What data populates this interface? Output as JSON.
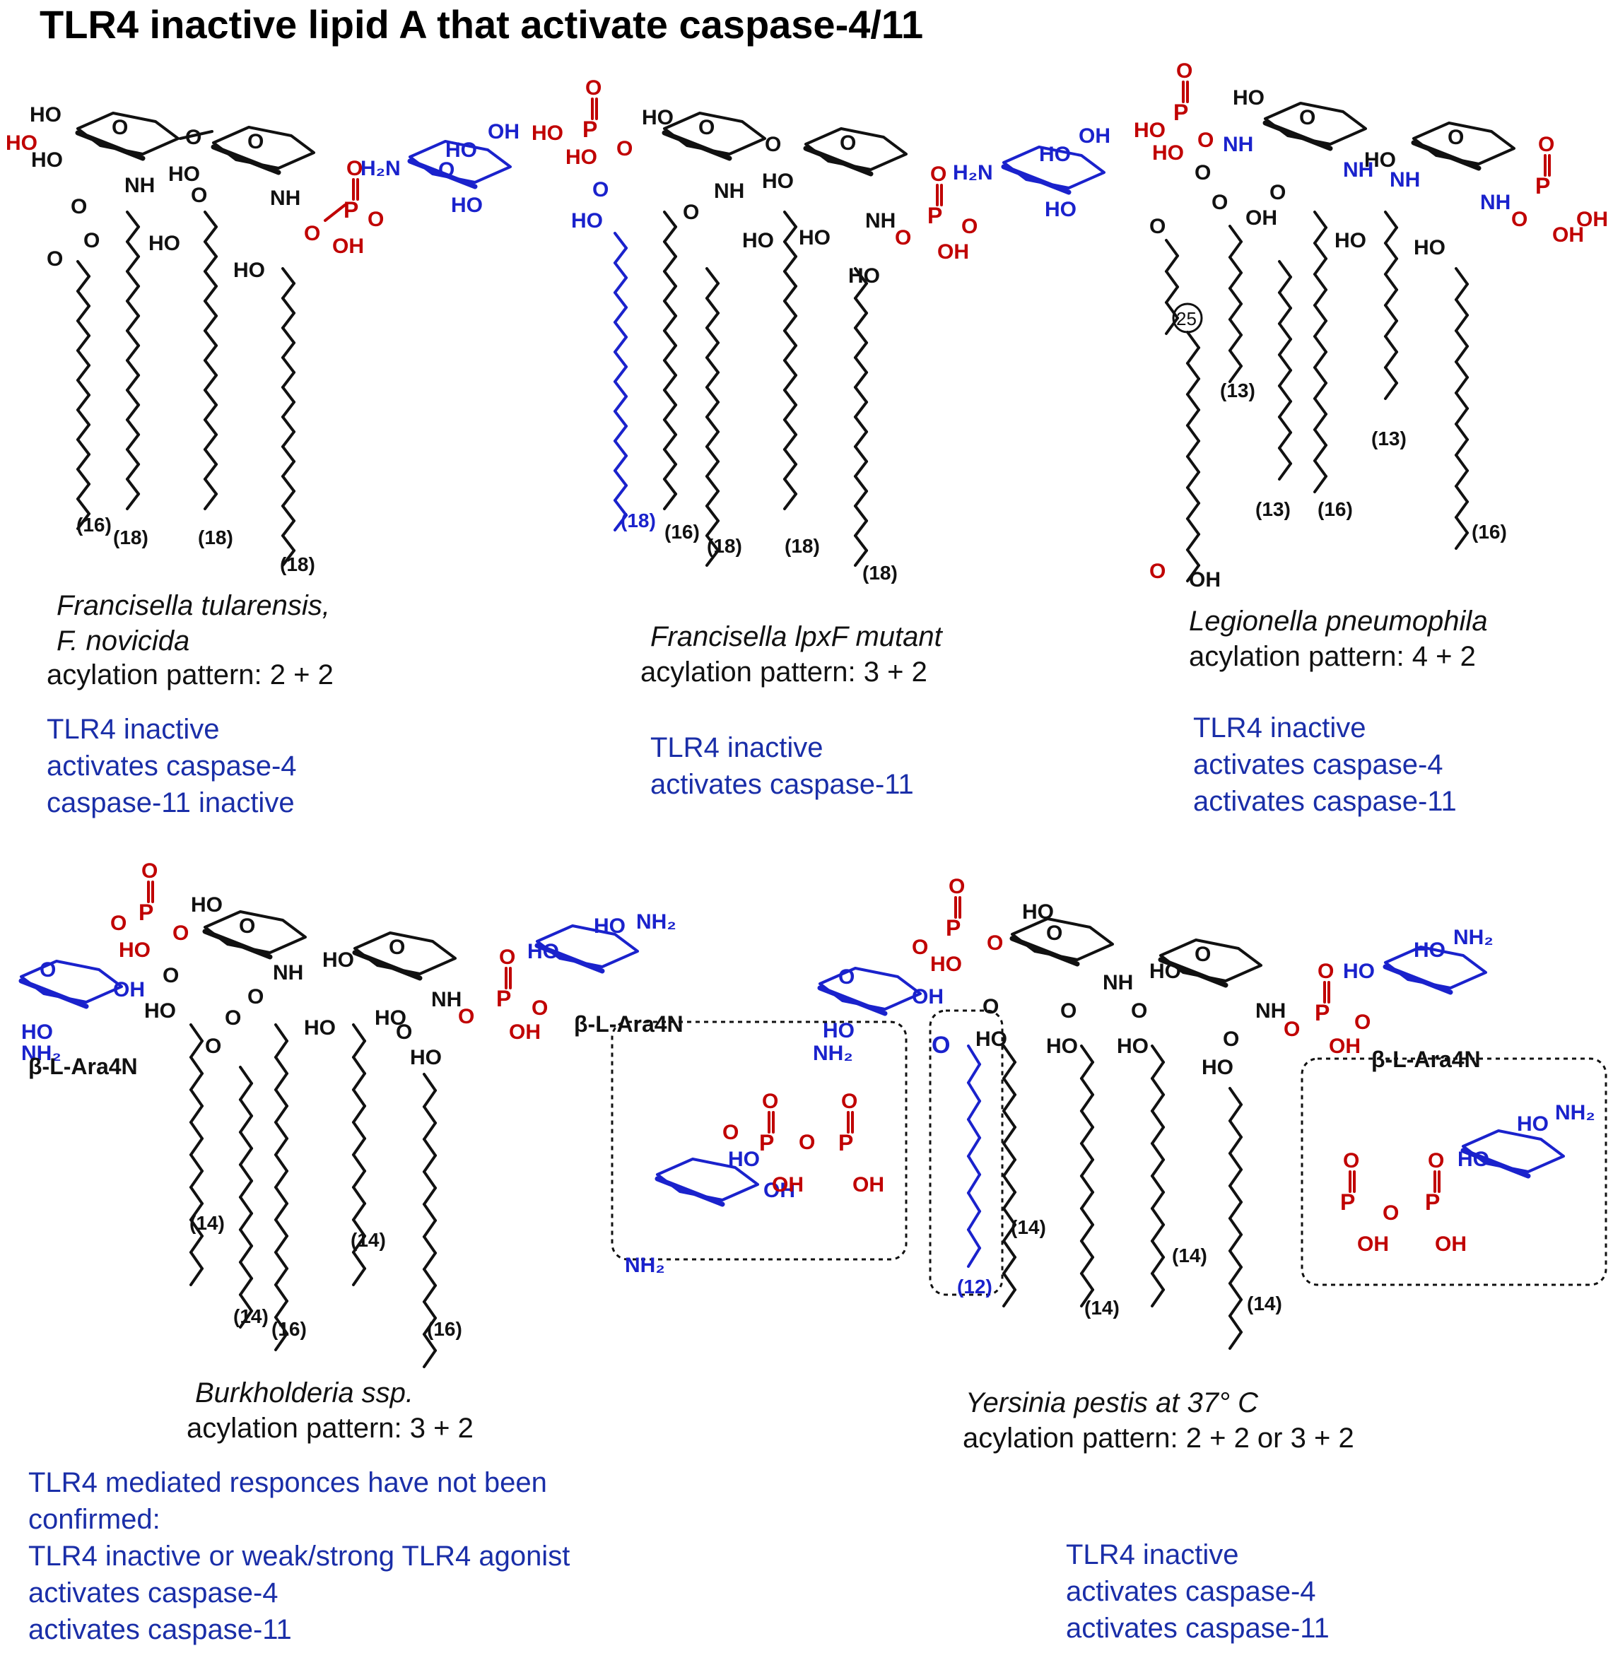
{
  "title": "TLR4 inactive lipid A that activate caspase-4/11",
  "colors": {
    "black": "#111111",
    "red": "#c00000",
    "blue": "#1a22cc",
    "activity_blue": "#1a2ea8"
  },
  "labels": {
    "HO": "HO",
    "OH": "OH",
    "O": "O",
    "NH": "NH",
    "P": "P",
    "H2N": "H₂N",
    "NH2": "NH₂",
    "ara4n": "β-L-Ara4N",
    "circle25": "25"
  },
  "panels": [
    {
      "id": "francisella",
      "species_lines": [
        "Francisella tularensis,",
        "F. novicida"
      ],
      "acylation": "acylation pattern: 2 + 2",
      "activity": [
        "TLR4 inactive",
        "activates caspase-4",
        "caspase-11 inactive"
      ],
      "chain_labels": [
        "(16)",
        "(18)",
        "(18)",
        "(18)"
      ]
    },
    {
      "id": "francisella-lpxf",
      "species_lines": [
        "Francisella lpxF mutant"
      ],
      "acylation": "acylation pattern: 3 + 2",
      "activity": [
        "TLR4 inactive",
        "activates caspase-11"
      ],
      "chain_labels": [
        "(18)",
        "(16)",
        "(18)",
        "(18)",
        "(18)"
      ]
    },
    {
      "id": "legionella",
      "species_lines": [
        "Legionella pneumophila"
      ],
      "acylation": "acylation pattern: 4 + 2",
      "activity": [
        "TLR4 inactive",
        "activates caspase-4",
        "activates caspase-11"
      ],
      "chain_labels": [
        "(13)",
        "(13)",
        "(16)",
        "(13)",
        "(16)"
      ]
    },
    {
      "id": "burkholderia",
      "species_lines": [
        "Burkholderia ssp."
      ],
      "acylation": "acylation pattern: 3 + 2",
      "activity": [
        "TLR4 mediated responces have not been",
        "confirmed:",
        "TLR4 inactive or weak/strong TLR4 agonist",
        "activates caspase-4",
        "activates caspase-11"
      ],
      "chain_labels": [
        "(14)",
        "(14)",
        "(16)",
        "(14)",
        "(16)"
      ]
    },
    {
      "id": "yersinia",
      "species_lines": [
        "Yersinia pestis at 37° C"
      ],
      "acylation": "acylation pattern: 2 + 2  or  3 + 2",
      "activity": [
        "TLR4 inactive",
        "activates caspase-4",
        "activates caspase-11"
      ],
      "chain_labels": [
        "(14)",
        "(12)",
        "(14)",
        "(14)",
        "(14)"
      ]
    }
  ]
}
